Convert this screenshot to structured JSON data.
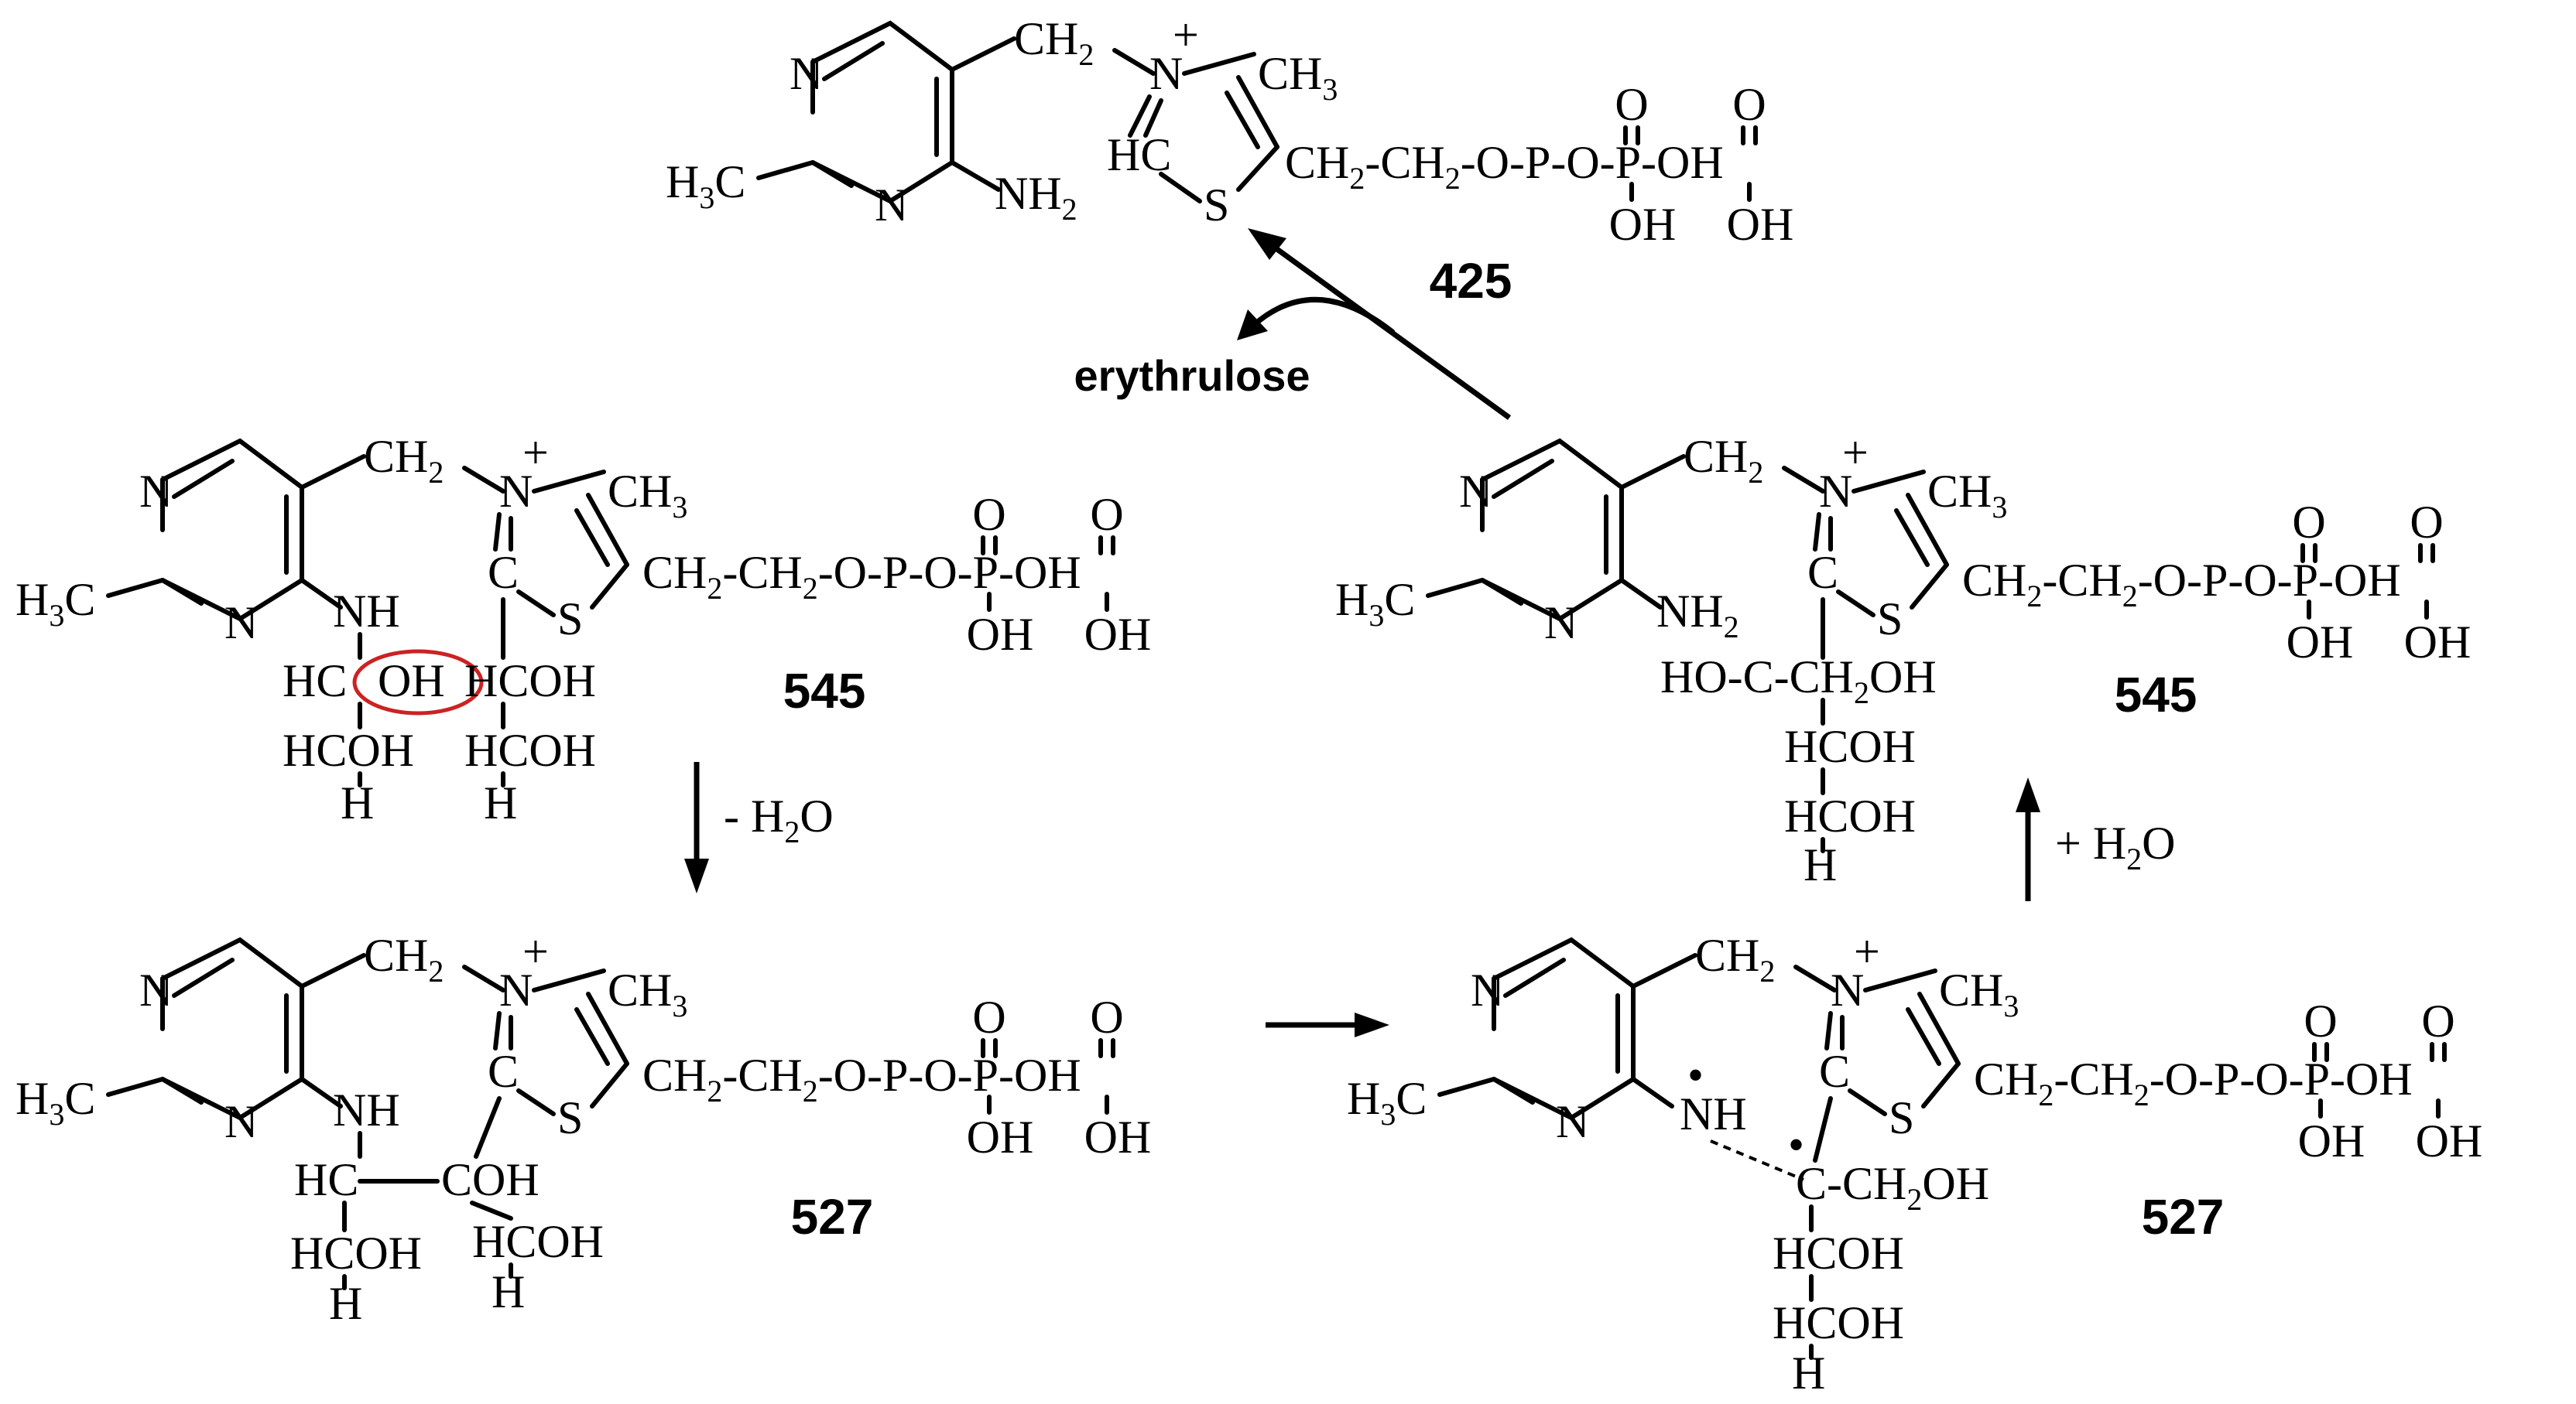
{
  "colors": {
    "ink": "#000000",
    "background": "#ffffff",
    "highlight": "#cc2222"
  },
  "text": {
    "N": "N",
    "S": "S",
    "C": "C",
    "plus": "+",
    "h3c": "H",
    "h3c_sub": "3",
    "h3c_c": "C",
    "ch2": "CH",
    "ch2_sub": "2",
    "ch3": "CH",
    "ch3_sub": "3",
    "nh2": "NH",
    "nh2_sub": "2",
    "nh": "NH",
    "hc": "HC",
    "hcoh": "HCOH",
    "h": "H",
    "hc_part": "HC",
    "oh_part": "OH",
    "coh": "COH",
    "ch2oh": "CH",
    "ch2oh_sub": "2",
    "ch2oh_oh": "OH",
    "ho_c": "HO-C-",
    "c_dash": "C-",
    "chain_ch2a": "CH",
    "chain_sub": "2",
    "chain_ch2b": "-CH",
    "chain_o": "-O-",
    "chain_p1": "P",
    "chain_mid": "-O-",
    "chain_p2": "P",
    "chain_oh": "-OH",
    "o": "O",
    "oh": "OH",
    "dot": "•"
  },
  "labels": {
    "top": "425",
    "left_top": "545",
    "right_mid": "545",
    "left_bottom": "527",
    "right_bottom": "527"
  },
  "reagents": {
    "erythrulose": "erythrulose",
    "minus_water_sign": "- H",
    "minus_water_sub": "2",
    "minus_water_o": "O",
    "plus_water_sign": "+ H",
    "plus_water_sub": "2",
    "plus_water_o": "O"
  }
}
